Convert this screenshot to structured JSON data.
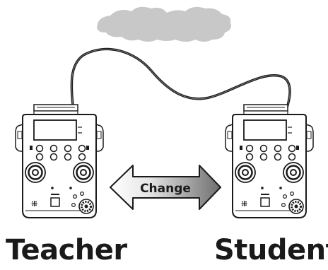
{
  "diagram": {
    "left_label": "Teacher",
    "right_label": "Student",
    "swap_arrow_label": "Change"
  },
  "colors": {
    "outline": "#1a1a1a",
    "cloud": "#c8c8c8",
    "arrow_light": "#ffffff",
    "arrow_dark": "#6e6e6e",
    "body_fill": "#ffffff"
  },
  "icons": [
    "cloud-icon",
    "trainer-cable",
    "radio-transmitter-icon",
    "double-arrow-icon"
  ]
}
